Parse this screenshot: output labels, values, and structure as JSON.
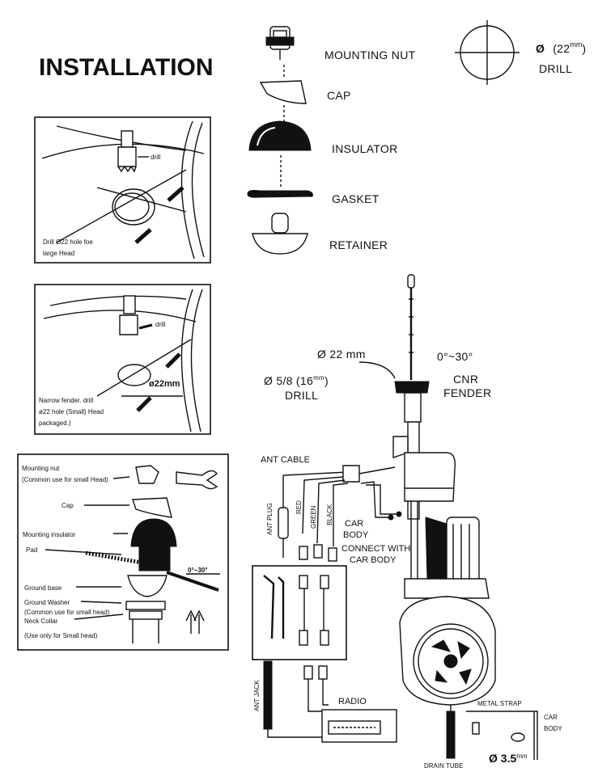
{
  "title": "INSTALLATION",
  "parts": {
    "mounting_nut": "MOUNTING NUT",
    "cap": "CAP",
    "insulator": "INSULATOR",
    "gasket": "GASKET",
    "retainer": "RETAINER"
  },
  "drill_spec": {
    "symbol": "Ø",
    "value": "(22",
    "unit": "mm",
    "close": ")",
    "label": "DRILL"
  },
  "panel1": {
    "drill": "drill",
    "caption_1": "Drill Ø22 hole foe",
    "caption_2": "large Head"
  },
  "panel2": {
    "drill": "drill",
    "hole": "ø22mm",
    "caption_1": "Narrow fender. drill",
    "caption_2": "ø22 hole (Small) Head",
    "caption_3": "packaged.)"
  },
  "panel3": {
    "mounting_nut": "Mounting nut",
    "mounting_nut_note": "(Common use for small Head)",
    "cap": "Cap",
    "mounting_insulator": "Mounting insulator",
    "pad": "Pad",
    "angle": "0°~30°",
    "ground_base": "Ground base",
    "ground_washer": "Ground Washer",
    "ground_washer_note": "(Common use for small head)",
    "neck_collar": "Neck Collar",
    "neck_collar_note": "(Use only for Small head)"
  },
  "main": {
    "dia_22": "Ø 22 mm",
    "dia_58": "Ø 5/8 (16",
    "dia_58_unit": "mm",
    "dia_58_close": ")",
    "drill": "DRILL",
    "angle": "0°~30°",
    "cnr": "CNR",
    "fender": "FENDER",
    "ant_cable": "ANT CABLE",
    "ant_plug": "ANT PLUG",
    "red": "RED",
    "green": "GREEN",
    "black": "BLACK",
    "car_body_1": "CAR",
    "car_body_2": "BODY",
    "connect_1": "CONNECT WITH",
    "connect_2": "CAR BODY",
    "ant_jack": "ANT JACK",
    "radio": "RADIO",
    "metal_strap": "METAL STRAP",
    "car_body_3": "CAR",
    "car_body_4": "BODY",
    "drain_tube": "DRAIN TUBE",
    "dia_35": "Ø 3.5",
    "dia_35_unit": "mm"
  }
}
